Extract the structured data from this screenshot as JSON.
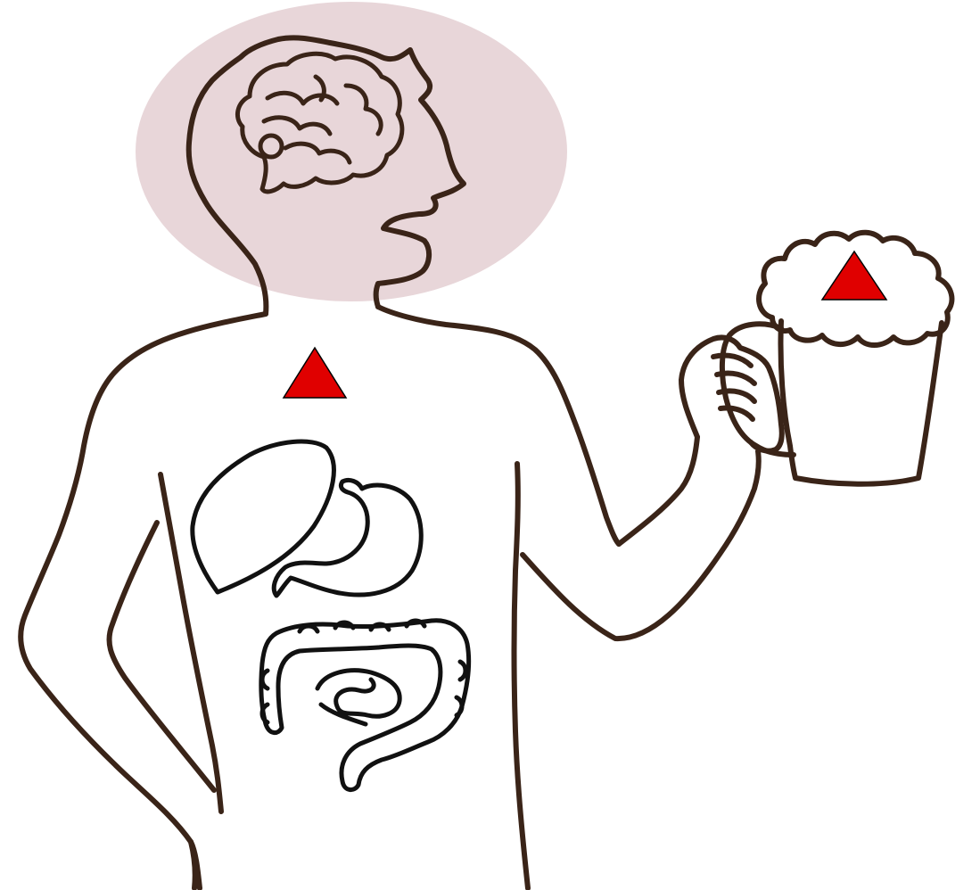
{
  "colors": {
    "head_highlight": "#e8d6d9",
    "body_outline": "#3a2418",
    "organ_outline": "#111111",
    "marker_fill": "#e00000",
    "marker_stroke": "#000000",
    "background": "#ffffff"
  },
  "markers": [
    {
      "location": "chest",
      "shape": "triangle"
    },
    {
      "location": "mug-foam",
      "shape": "triangle"
    }
  ],
  "icons": {
    "head_region": "brain-icon",
    "torso_organs": [
      "liver-icon",
      "stomach-icon",
      "intestines-icon"
    ],
    "held_object": "beer-mug-icon"
  }
}
